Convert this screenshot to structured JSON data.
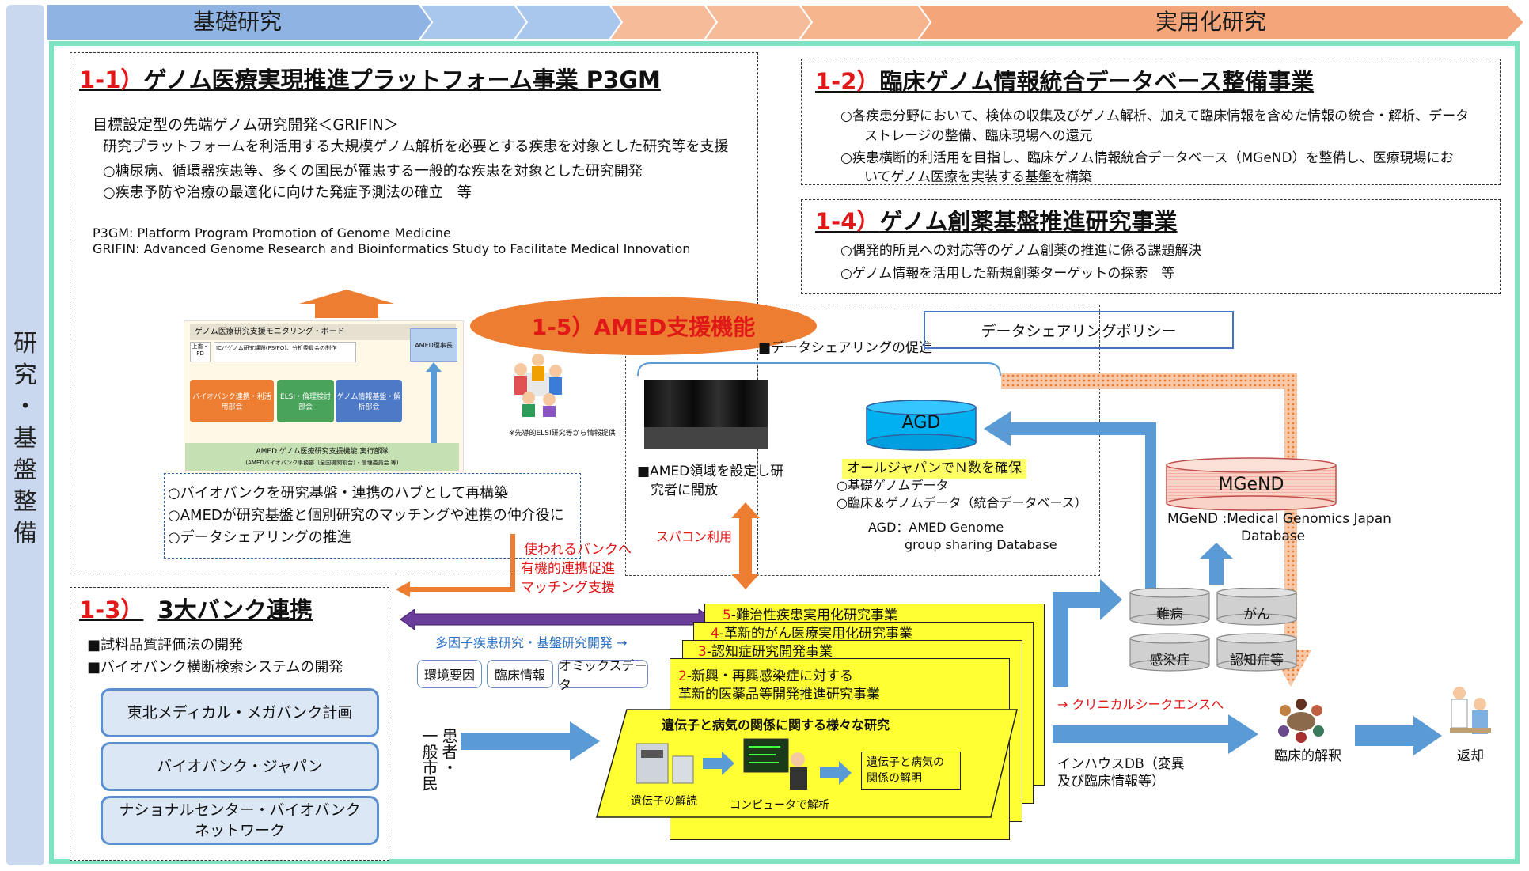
{
  "sidebar": {
    "text": "研\n究\n・\n基\n盤\n整\n備"
  },
  "banner": {
    "left": "基礎研究",
    "right": "実用化研究"
  },
  "s11": {
    "num": "1-1）",
    "title": "ゲノム医療実現推進プラットフォーム事業 P3GM",
    "sub": "目標設定型の先端ゲノム研究開発＜GRIFIN＞",
    "lines": [
      "研究プラットフォームを利活用する大規模ゲノム解析を必要とする疾患を対象とした研究等を支援",
      "○糖尿病、循環器疾患等、多くの国民が罹患する一般的な疾患を対象とした研究開発",
      "○疾患予防や治療の最適化に向けた発症予測法の確立　等"
    ],
    "abbr": [
      "P3GM:  Platform Program Promotion of Genome Medicine",
      "GRIFIN: Advanced Genome Research and Bioinformatics Study to Facilitate  Medical Innovation"
    ]
  },
  "org": {
    "board": "ゲノム医療研究支援モニタリング・ボード",
    "row_a": "上畜・PD",
    "row_b": "ICバゲノム研究課題(PS/PO)、分析委員会の制作",
    "amed_right": "AMED理事長",
    "c1": "バイオバンク連携・利活用部会",
    "c2": "ELSI・倫理検討部会",
    "c3": "ゲノム情報基盤・解析部会",
    "bottom": "AMED ゲノム医療研究支援機能 実行部隊",
    "bottom_sub": "(AMEDバイオバンク事務部（全国機関割合）・倫理委員会 等)"
  },
  "hub": {
    "lines": [
      "○バイオバンクを研究基盤・連携のハブとして再構築",
      "○AMEDが研究基盤と個別研究のマッチングや連携の仲介役に",
      "○データシェアリングの推進"
    ]
  },
  "red_notes": [
    "使われるバンクへ",
    "有機的連携促進",
    "マッチング支援"
  ],
  "s12": {
    "num": "1-2）",
    "title": "臨床ゲノム情報統合データベース整備事業",
    "lines": [
      "○各疾患分野において、検体の収集及びゲノム解析、加えて臨床情報を含めた情報の統合・解析、データ",
      "ストレージの整備、臨床現場への還元",
      "○疾患横断的利活用を目指し、臨床ゲノム情報統合データベース（MGeND）を整備し、医療現場にお",
      "いてゲノム医療を実装する基盤を構築"
    ]
  },
  "s14": {
    "num": "1-4）",
    "title": "ゲノム創薬基盤推進研究事業",
    "lines": [
      "○偶発的所見への対応等のゲノム創薬の推進に係る課題解決",
      "○ゲノム情報を活用した新規創薬ターゲットの探索　等"
    ]
  },
  "s15": {
    "label": "1-5）AMED支援機能",
    "promo": "■データシェアリングの促進",
    "elsi_note": "※先導的ELSI研究等から情報提供",
    "supercomp": [
      "■AMED領域を設定し研",
      "究者に開放"
    ],
    "supercomp_use": "スパコン利用"
  },
  "policy": "データシェアリングポリシー",
  "agd": {
    "label": "AGD",
    "highlight": "オールジャパンでＮ数を確保",
    "lines": [
      "○基礎ゲノムデータ",
      "○臨床＆ゲノムデータ（統合データベース）"
    ],
    "def1": "AGD：AMED Genome",
    "def2": "group sharing Database"
  },
  "mgend": {
    "label": "MGeND",
    "def1": "MGeND :Medical Genomics Japan",
    "def2": "Database"
  },
  "s13": {
    "num": "1-3）",
    "title": "3大バンク連携",
    "lines": [
      "■試料品質評価法の開発",
      "■バイオバンク横断検索システムの開発"
    ],
    "banks": [
      "東北メディカル・メガバンク計画",
      "バイオバンク・ジャパン",
      "ナショナルセンター・バイオバンク\nネットワーク"
    ]
  },
  "research": {
    "p5": {
      "n": "5",
      "t": "-難治性疾患実用化研究事業"
    },
    "p4": {
      "n": "4",
      "t": "-革新的がん医療実用化研究事業"
    },
    "p3": {
      "n": "3",
      "t": "-認知症研究開発事業"
    },
    "p2": {
      "n": "2",
      "t": "-新興・再興感染症に対する",
      "t2": "革新的医薬品等開発推進研究事業"
    },
    "multifactor": "多因子疾患研究・基盤研究開発 →",
    "chips": [
      "環境要因",
      "臨床情報",
      "オミックスデータ"
    ],
    "main_title": "遺伝子と病気の関係に関する様々な研究",
    "step1": "遺伝子の解読",
    "step2": "コンピュータで解析",
    "step3": [
      "遺伝子と病気の",
      "関係の解明"
    ]
  },
  "patients": {
    "col1": "一般市民",
    "col2": "患者・"
  },
  "disease": [
    "難病",
    "がん",
    "感染症",
    "認知症等"
  ],
  "clinical_seq": "→ クリニカルシークエンスへ",
  "inhouse": [
    "インハウスDB（変異",
    "及び臨床情報等）"
  ],
  "clinical_interp": "臨床的解釈",
  "return": "返却",
  "colors": {
    "accent_red": "#e01818",
    "yellow": "#ffff33",
    "arrow_blue": "#5b9bd5",
    "arrow_orange": "#ed7d31",
    "frame": "#7fe3c2"
  }
}
